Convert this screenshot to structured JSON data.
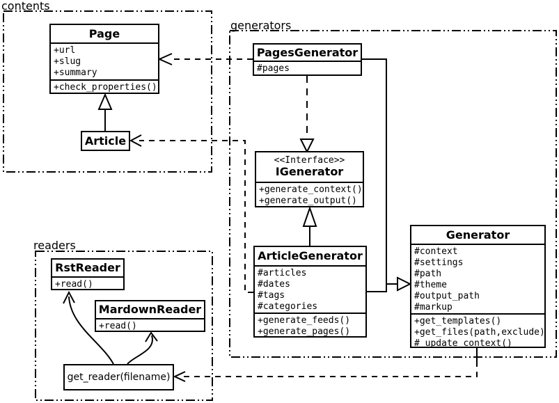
{
  "diagram": {
    "background_color": "#ffffff",
    "line_color": "#000000"
  },
  "packages": {
    "contents": {
      "label": "contents"
    },
    "generators": {
      "label": "generators"
    },
    "readers": {
      "label": "readers"
    }
  },
  "classes": {
    "page": {
      "title": "Page",
      "attributes": [
        "+url",
        "+slug",
        "+summary"
      ],
      "methods": [
        "+check_properties()"
      ]
    },
    "article": {
      "title": "Article"
    },
    "pages_generator": {
      "title": "PagesGenerator",
      "attributes": [
        "#pages"
      ]
    },
    "igenerator": {
      "stereotype": "<<Interface>>",
      "title": "IGenerator",
      "methods": [
        "+generate_context()",
        "+generate_output()"
      ]
    },
    "article_generator": {
      "title": "ArticleGenerator",
      "attributes": [
        "#articles",
        "#dates",
        "#tags",
        "#categories"
      ],
      "methods": [
        "+generate_feeds()",
        "+generate_pages()"
      ]
    },
    "generator": {
      "title": "Generator",
      "attributes": [
        "#context",
        "#settings",
        "#path",
        "#theme",
        "#output_path",
        "#markup"
      ],
      "methods": [
        "+get_templates()",
        "+get_files(path,exclude)",
        "#_update_context()"
      ]
    },
    "rst_reader": {
      "title": "RstReader",
      "methods": [
        "+read()"
      ]
    },
    "mardown_reader": {
      "title": "MardownReader",
      "methods": [
        "+read()"
      ]
    }
  },
  "nodes": {
    "get_reader": {
      "label": "get_reader(filename)"
    }
  }
}
